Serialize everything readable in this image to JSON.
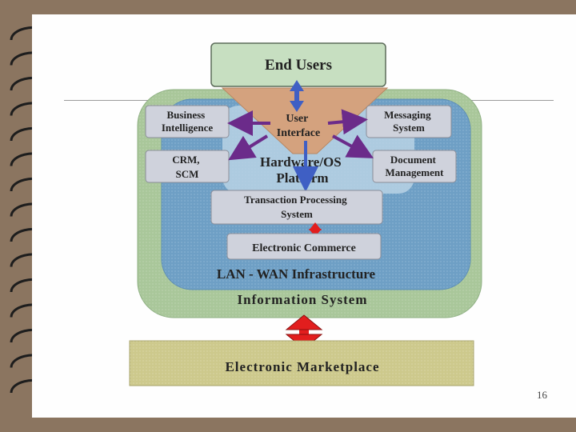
{
  "slide": {
    "page_number": "16"
  },
  "diagram": {
    "end_users": "End Users",
    "user_interface": [
      "User",
      "Interface"
    ],
    "business_intelligence": [
      "Business",
      "Intelligence"
    ],
    "messaging_system": [
      "Messaging",
      "System"
    ],
    "crm_scm": [
      "CRM,",
      "SCM"
    ],
    "hardware_os": [
      "Hardware/OS",
      "Platform"
    ],
    "document_management": [
      "Document",
      "Management"
    ],
    "transaction_processing": [
      "Transaction Processing",
      "System"
    ],
    "electronic_commerce": "Electronic Commerce",
    "lan_wan": "LAN - WAN Infrastructure",
    "information_system": "Information System",
    "electronic_marketplace": "Electronic Marketplace"
  },
  "colors": {
    "background": "#8b7560",
    "outer_green": "#a9c79a",
    "inner_blue": "#6e9fc5",
    "box_gray": "#cfd2dc",
    "funnel": "#d4a27e",
    "end_users_box": "#c7dfc1",
    "marketplace": "#cdc98c",
    "purple_arrow": "#6b2b8a",
    "red_arrow": "#e21e1e",
    "blue_arrow": "#3f5fc4"
  }
}
